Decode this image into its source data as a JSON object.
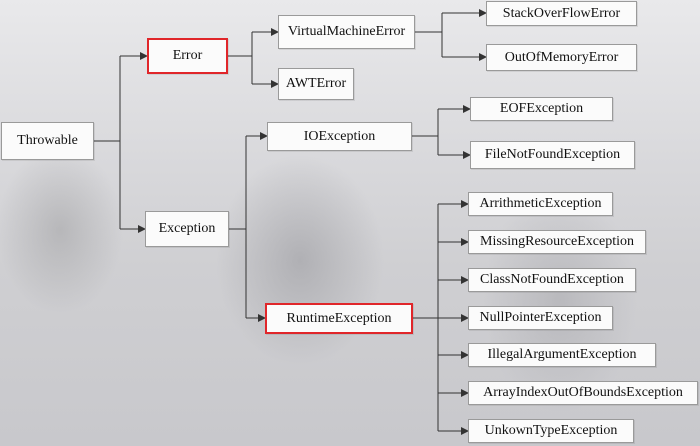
{
  "diagram": {
    "root": "Throwable",
    "error": {
      "label": "Error",
      "children": [
        "VirtualMachineError",
        "AWTError"
      ],
      "vm_children": [
        "StackOverFlowError",
        "OutOfMemoryError"
      ]
    },
    "exception": {
      "label": "Exception",
      "io": {
        "label": "IOException",
        "children": [
          "EOFException",
          "FileNotFoundException"
        ]
      },
      "runtime": {
        "label": "RuntimeException",
        "children": [
          "ArrithmeticException",
          "MissingResourceException",
          "ClassNotFoundException",
          "NullPointerException",
          "IllegalArgumentException",
          "ArrayIndexOutOfBoundsException",
          "UnkownTypeException"
        ]
      }
    },
    "highlight_color": "#e0262a",
    "line_color": "#333333"
  }
}
